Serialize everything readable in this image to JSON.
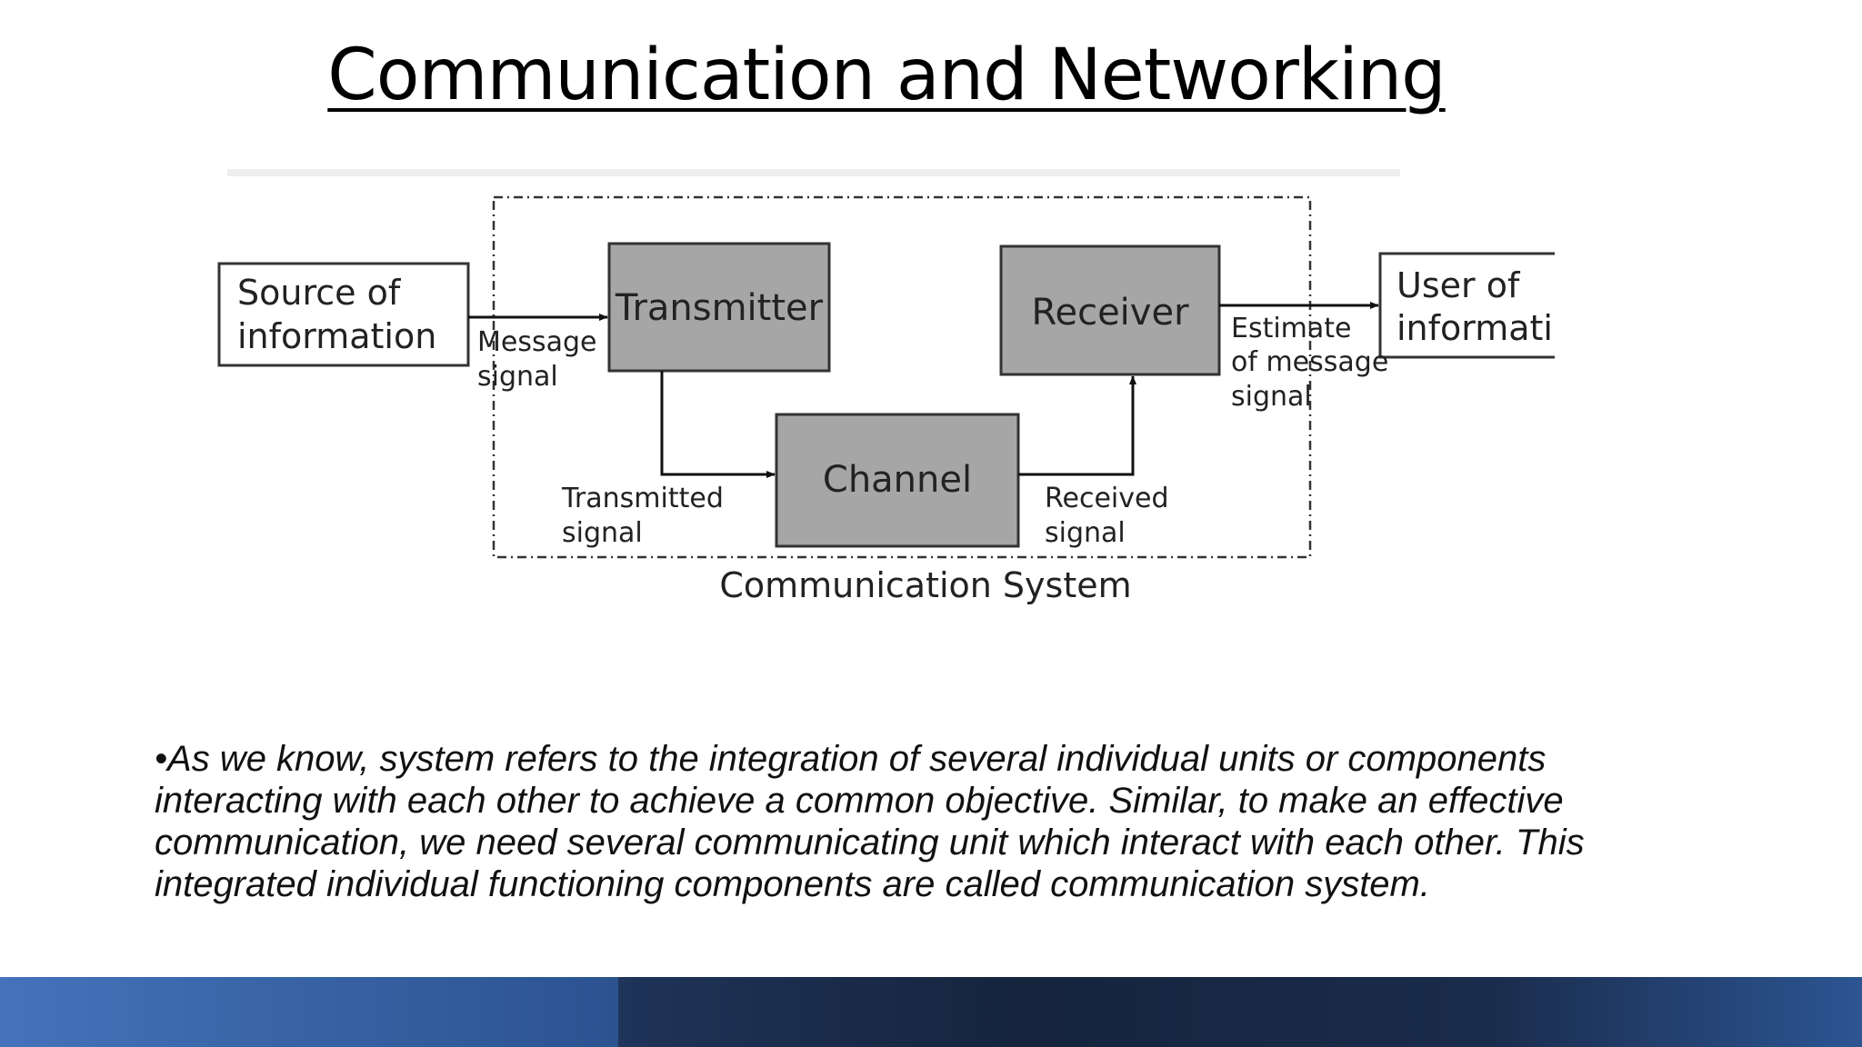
{
  "slide": {
    "title": "Communication and Networking",
    "bullet_marker": "•",
    "bullet_text": "As we know, system refers to the integration of several individual units or components interacting with each other to achieve a common objective. Similar, to make an effective communication, we need several communicating unit which interact with each other. This integrated individual functioning components are called communication system."
  },
  "diagram": {
    "system_label": "Communication System",
    "source_box": [
      "Source of",
      "information"
    ],
    "user_box": [
      "User of",
      "information"
    ],
    "transmitter": "Transmitter",
    "receiver": "Receiver",
    "channel": "Channel",
    "message_signal": [
      "Message",
      "signal"
    ],
    "transmitted_signal": [
      "Transmitted",
      "signal"
    ],
    "received_signal": [
      "Received",
      "signal"
    ],
    "estimate_signal": [
      "Estimate",
      "of message",
      "signal"
    ]
  },
  "colors": {
    "block_fill": "#a6a6a6",
    "block_stroke": "#333333",
    "footer_left": "#4572bb",
    "footer_dark": "#16243d"
  }
}
